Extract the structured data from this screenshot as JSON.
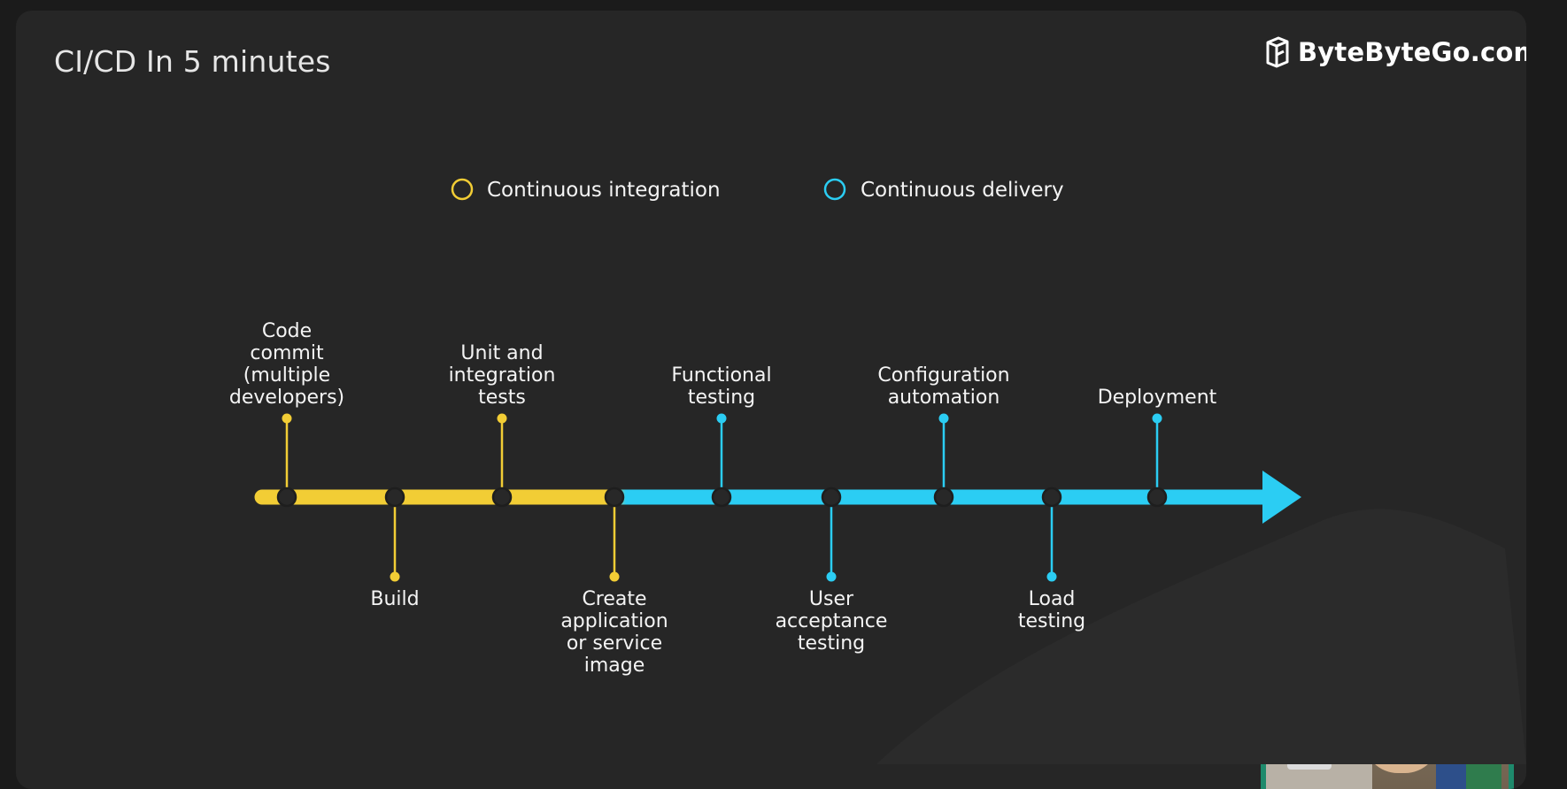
{
  "title": "CI/CD In 5 minutes",
  "brand": {
    "name": "ByteByteGo.com",
    "icon": "bytebytego-logo-icon"
  },
  "legend": [
    {
      "label": "Continuous integration",
      "color": "#f2cd35"
    },
    {
      "label": "Continuous delivery",
      "color": "#2bcdf3"
    }
  ],
  "pipeline": {
    "stages": [
      {
        "label": [
          "Code",
          "commit",
          "(multiple",
          "developers)"
        ],
        "side": "above",
        "phase": "ci"
      },
      {
        "label": [
          "Build"
        ],
        "side": "below",
        "phase": "ci"
      },
      {
        "label": [
          "Unit and",
          "integration",
          "tests"
        ],
        "side": "above",
        "phase": "ci"
      },
      {
        "label": [
          "Create",
          "application",
          "or service",
          "image"
        ],
        "side": "below",
        "phase": "ci"
      },
      {
        "label": [
          "Functional",
          "testing"
        ],
        "side": "above",
        "phase": "cd"
      },
      {
        "label": [
          "User",
          "acceptance",
          "testing"
        ],
        "side": "below",
        "phase": "cd"
      },
      {
        "label": [
          "Configuration",
          "automation"
        ],
        "side": "above",
        "phase": "cd"
      },
      {
        "label": [
          "Load",
          "testing"
        ],
        "side": "below",
        "phase": "cd"
      },
      {
        "label": [
          "Deployment"
        ],
        "side": "above",
        "phase": "cd"
      }
    ]
  },
  "presenter": {
    "icon": "presenter-video-thumbnail"
  }
}
